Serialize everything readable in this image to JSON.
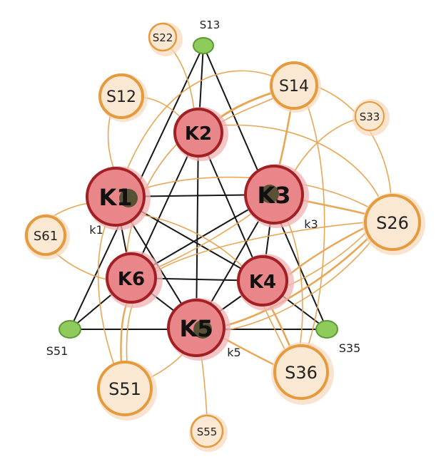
{
  "colors": {
    "red_fill": "#e8868a",
    "red_stroke": "#a21f24",
    "red_glow": "#f2b2b2",
    "orange_fill": "#fbe8d3",
    "orange_stroke": "#e69a3e",
    "orange_glow": "#f8d9bc",
    "green_fill": "#8fcb5a",
    "green_stroke": "#5d9a35",
    "center_fill": "#5a5236",
    "black_line": "#161616",
    "orange_line": "#e8a24c"
  },
  "nodes": {
    "k1": {
      "label": "K1",
      "outer_label": "k1"
    },
    "k2": {
      "label": "K2"
    },
    "k3": {
      "label": "K3",
      "outer_label": "k3"
    },
    "k4": {
      "label": "K4"
    },
    "k5": {
      "label": "K5",
      "outer_label": "k5"
    },
    "k6": {
      "label": "K6"
    },
    "s12": {
      "label": "S12"
    },
    "s22": {
      "label": "S22"
    },
    "s14": {
      "label": "S14"
    },
    "s33": {
      "label": "S33"
    },
    "s26": {
      "label": "S26"
    },
    "s61": {
      "label": "S61"
    },
    "s51b": {
      "label": "S51"
    },
    "s36": {
      "label": "S36"
    },
    "s55": {
      "label": "S55"
    },
    "g13": {
      "label": "S13"
    },
    "g51": {
      "label": "S51"
    },
    "g35": {
      "label": "S35"
    }
  }
}
